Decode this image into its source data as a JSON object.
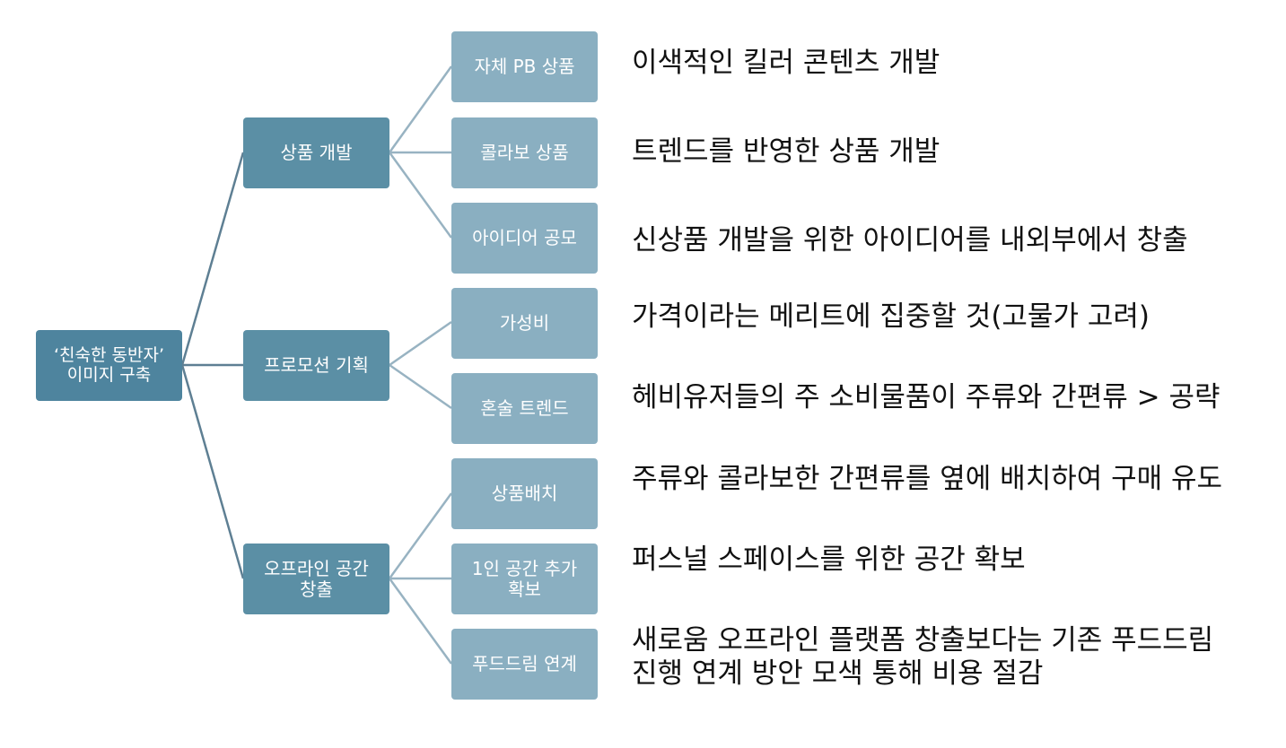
{
  "root": {
    "label": "‘친숙한 동반자’\n이미지 구축"
  },
  "branches": [
    {
      "label": "상품 개발",
      "items": [
        {
          "label": "자체 PB 상품",
          "desc": "이색적인 킬러 콘텐츠 개발"
        },
        {
          "label": "콜라보 상품",
          "desc": "트렌드를 반영한 상품 개발"
        },
        {
          "label": "아이디어 공모",
          "desc": "신상품 개발을 위한 아이디어를 내외부에서 창출"
        }
      ]
    },
    {
      "label": "프로모션 기획",
      "items": [
        {
          "label": "가성비",
          "desc": "가격이라는 메리트에 집중할 것(고물가 고려)"
        },
        {
          "label": "혼술 트렌드",
          "desc": "헤비유저들의 주 소비물품이 주류와 간편류 > 공략"
        }
      ]
    },
    {
      "label": "오프라인 공간\n창출",
      "items": [
        {
          "label": "상품배치",
          "desc": "주류와 콜라보한 간편류를 옆에 배치하여 구매 유도"
        },
        {
          "label": "1인 공간 추가\n확보",
          "desc": "퍼스널 스페이스를 위한 공간 확보"
        },
        {
          "label": "푸드드림 연계",
          "desc": "새로움 오프라인 플랫폼 창출보다는 기존 푸드드림\n진행 연계 방안 모색 통해 비용 절감"
        }
      ]
    }
  ]
}
